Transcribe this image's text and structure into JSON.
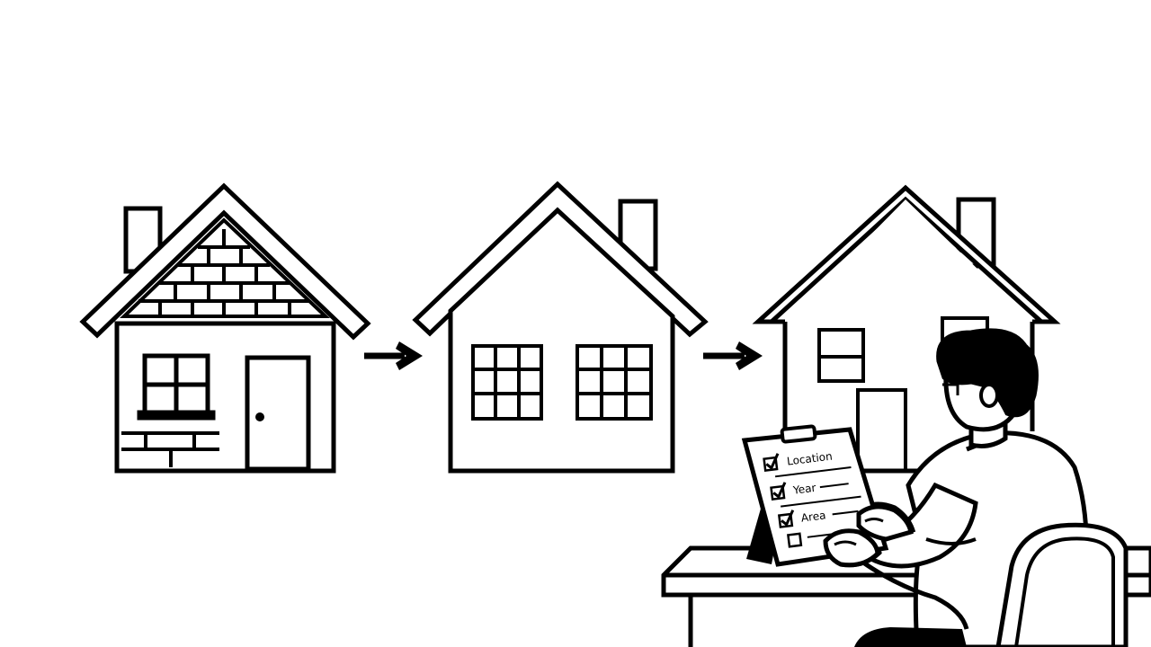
{
  "colors": {
    "ink": "#000000",
    "paper": "#ffffff"
  },
  "checklist": {
    "items": [
      {
        "label": "Location",
        "checked": true
      },
      {
        "label": "Year",
        "checked": true
      },
      {
        "label": "Area",
        "checked": true
      },
      {
        "label": "",
        "checked": false
      }
    ]
  },
  "icons": {
    "arrow_1": "arrow-right-icon",
    "arrow_2": "arrow-right-icon"
  }
}
